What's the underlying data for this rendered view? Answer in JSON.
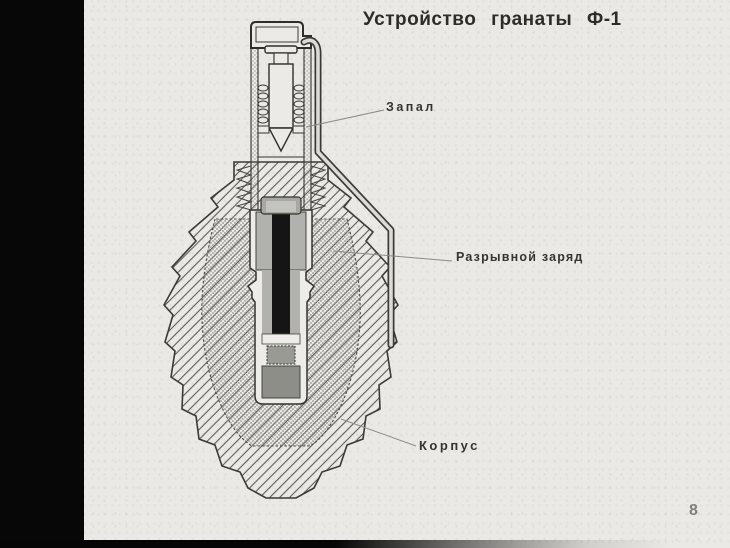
{
  "page": {
    "title": "Устройство гранаты Ф-1",
    "page_number": "8"
  },
  "labels": {
    "fuse": "Запал",
    "bursting_charge": "Разрывной заряд",
    "body": "Корпус"
  },
  "colors": {
    "paper": "#eae9e5",
    "ink": "#2c2c2a",
    "frame_black": "#070707",
    "page_number_gray": "#80807c",
    "hatch_line": "#5d5d58",
    "detonator_black": "#151515"
  }
}
